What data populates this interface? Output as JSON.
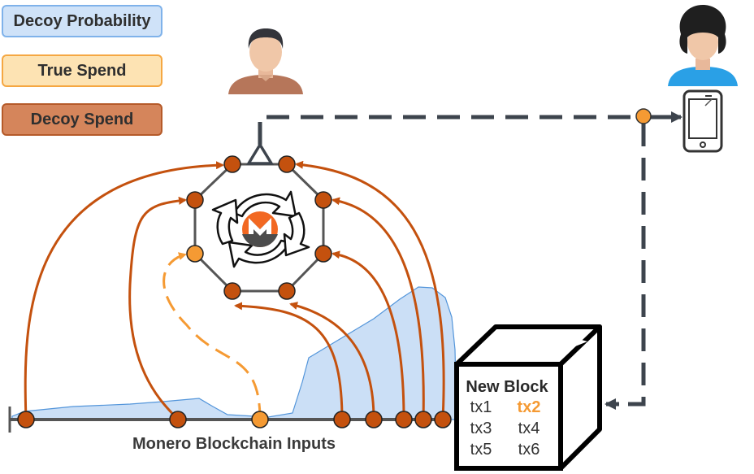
{
  "legend": {
    "decoy_probability": "Decoy Probability",
    "true_spend": "True Spend",
    "decoy_spend": "Decoy Spend"
  },
  "axis_label": "Monero Blockchain Inputs",
  "block": {
    "title": "New Block",
    "txs": [
      "tx1",
      "tx2",
      "tx3",
      "tx4",
      "tx5",
      "tx6"
    ],
    "highlighted_tx": "tx2"
  },
  "colors": {
    "decoy_spend": "#c4510e",
    "true_spend": "#f59a33",
    "probability_fill": "#c9def6",
    "probability_stroke": "#4a90d9",
    "dashed_path": "#3d444d",
    "ring": "#555555"
  },
  "icons": [
    "sender-avatar-icon",
    "receiver-avatar-icon",
    "phone-icon",
    "monero-logo-icon",
    "cycle-arrows-icon"
  ]
}
